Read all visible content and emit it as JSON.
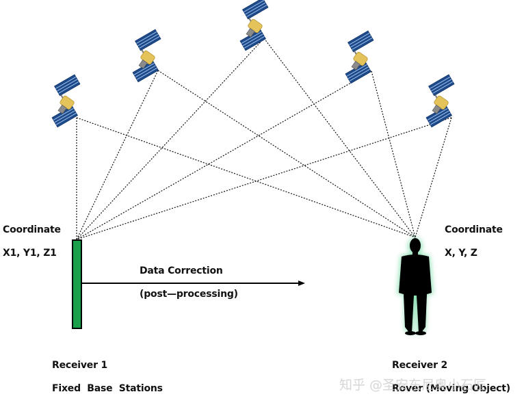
{
  "diagram": {
    "title": "Differential GNSS positioning with post-processing",
    "satellites": [
      {
        "id": "sat-1",
        "label": ""
      },
      {
        "id": "sat-2",
        "label": ""
      },
      {
        "id": "sat-3",
        "label": ""
      },
      {
        "id": "sat-4",
        "label": ""
      },
      {
        "id": "sat-5",
        "label": ""
      }
    ],
    "base": {
      "coordinate_label": "Coordinate",
      "coordinate_value": "X1, Y1, Z1",
      "name": "Receiver 1",
      "description": "Fixed  Base  Stations",
      "color": "#1aa04a"
    },
    "rover": {
      "coordinate_label": "Coordinate",
      "coordinate_value": "X, Y, Z",
      "name": "Receiver 2",
      "description": "Rover (Moving Object)",
      "glow_color": "#8fe0b5"
    },
    "link": {
      "label": "Data Correction",
      "sublabel": "(post—processing)"
    },
    "watermark": "知乎 @圣安东尼奥小石匠"
  }
}
